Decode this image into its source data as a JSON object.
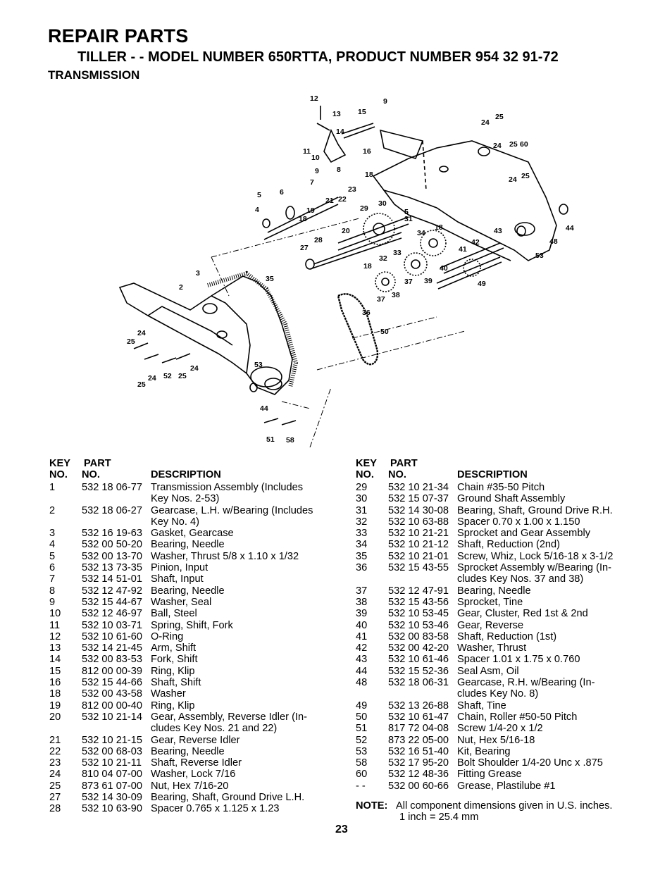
{
  "header": {
    "title": "REPAIR PARTS",
    "subtitle": "TILLER - - MODEL NUMBER 650RTTA, PRODUCT NUMBER 954 32 91-72",
    "section": "TRANSMISSION"
  },
  "table_headers": {
    "key_line1": "KEY",
    "key_line2": "NO.",
    "part_line1": "PART",
    "part_line2": "NO.",
    "description": "DESCRIPTION"
  },
  "left_parts": [
    {
      "key": "1",
      "part": "532 18 06-77",
      "desc": "Transmission Assembly (Includes",
      "desc2": "Key Nos. 2-53)"
    },
    {
      "key": "2",
      "part": "532 18 06-27",
      "desc": "Gearcase, L.H. w/Bearing (Includes",
      "desc2": "Key No. 4)"
    },
    {
      "key": "3",
      "part": "532 16 19-63",
      "desc": "Gasket, Gearcase"
    },
    {
      "key": "4",
      "part": "532 00 50-20",
      "desc": "Bearing, Needle"
    },
    {
      "key": "5",
      "part": "532 00 13-70",
      "desc": "Washer, Thrust  5/8 x 1.10 x 1/32"
    },
    {
      "key": "6",
      "part": "532 13 73-35",
      "desc": "Pinion, Input"
    },
    {
      "key": "7",
      "part": "532 14 51-01",
      "desc": "Shaft, Input"
    },
    {
      "key": "8",
      "part": "532 12 47-92",
      "desc": "Bearing, Needle"
    },
    {
      "key": "9",
      "part": "532 15 44-67",
      "desc": "Washer, Seal"
    },
    {
      "key": "10",
      "part": "532 12 46-97",
      "desc": "Ball, Steel"
    },
    {
      "key": "11",
      "part": "532 10 03-71",
      "desc": "Spring, Shift, Fork"
    },
    {
      "key": "12",
      "part": "532 10 61-60",
      "desc": "O-Ring"
    },
    {
      "key": "13",
      "part": "532 14 21-45",
      "desc": "Arm, Shift"
    },
    {
      "key": "14",
      "part": "532 00 83-53",
      "desc": "Fork, Shift"
    },
    {
      "key": "15",
      "part": "812 00 00-39",
      "desc": "Ring, Klip"
    },
    {
      "key": "16",
      "part": "532 15 44-66",
      "desc": "Shaft, Shift"
    },
    {
      "key": "18",
      "part": "532 00 43-58",
      "desc": "Washer"
    },
    {
      "key": "19",
      "part": "812 00 00-40",
      "desc": "Ring, Klip"
    },
    {
      "key": "20",
      "part": "532 10 21-14",
      "desc": "Gear, Assembly, Reverse Idler (In-",
      "desc2": "cludes Key Nos. 21 and 22)"
    },
    {
      "key": "21",
      "part": "532 10 21-15",
      "desc": "Gear, Reverse Idler"
    },
    {
      "key": "22",
      "part": "532 00 68-03",
      "desc": "Bearing, Needle"
    },
    {
      "key": "23",
      "part": "532 10 21-11",
      "desc": "Shaft, Reverse Idler"
    },
    {
      "key": "24",
      "part": "810 04 07-00",
      "desc": "Washer, Lock  7/16"
    },
    {
      "key": "25",
      "part": "873 61 07-00",
      "desc": "Nut, Hex  7/16-20"
    },
    {
      "key": "27",
      "part": "532 14 30-09",
      "desc": "Bearing, Shaft, Ground Drive L.H."
    },
    {
      "key": "28",
      "part": "532 10 63-90",
      "desc": "Spacer  0.765 x 1.125 x 1.23"
    }
  ],
  "right_parts": [
    {
      "key": "29",
      "part": "532 10 21-34",
      "desc": "Chain  #35-50 Pitch"
    },
    {
      "key": "30",
      "part": "532 15 07-37",
      "desc": "Ground Shaft Assembly"
    },
    {
      "key": "31",
      "part": "532 14 30-08",
      "desc": "Bearing, Shaft, Ground Drive R.H."
    },
    {
      "key": "32",
      "part": "532 10 63-88",
      "desc": "Spacer  0.70 x 1.00 x 1.150"
    },
    {
      "key": "33",
      "part": "532 10 21-21",
      "desc": "Sprocket and Gear Assembly"
    },
    {
      "key": "34",
      "part": "532 10 21-12",
      "desc": "Shaft, Reduction (2nd)"
    },
    {
      "key": "35",
      "part": "532 10 21-01",
      "desc": "Screw, Whiz, Lock  5/16-18 x 3-1/2"
    },
    {
      "key": "36",
      "part": "532 15 43-55",
      "desc": "Sprocket Assembly w/Bearing (In-",
      "desc2": "cludes Key Nos. 37 and 38)"
    },
    {
      "key": "37",
      "part": "532 12 47-91",
      "desc": "Bearing, Needle"
    },
    {
      "key": "38",
      "part": "532 15 43-56",
      "desc": "Sprocket, Tine"
    },
    {
      "key": "39",
      "part": "532 10 53-45",
      "desc": "Gear, Cluster, Red 1st & 2nd"
    },
    {
      "key": "40",
      "part": "532 10 53-46",
      "desc": "Gear, Reverse"
    },
    {
      "key": "41",
      "part": "532 00 83-58",
      "desc": "Shaft, Reduction (1st)"
    },
    {
      "key": "42",
      "part": "532 00 42-20",
      "desc": "Washer, Thrust"
    },
    {
      "key": "43",
      "part": "532 10 61-46",
      "desc": "Spacer  1.01 x 1.75 x 0.760"
    },
    {
      "key": "44",
      "part": "532 15 52-36",
      "desc": "Seal Asm, Oil"
    },
    {
      "key": "48",
      "part": "532 18 06-31",
      "desc": "Gearcase, R.H. w/Bearing   (In-",
      "desc2": "cludes Key No. 8)"
    },
    {
      "key": "49",
      "part": "532 13 26-88",
      "desc": "Shaft, Tine"
    },
    {
      "key": "50",
      "part": "532 10 61-47",
      "desc": "Chain, Roller  #50-50 Pitch"
    },
    {
      "key": "51",
      "part": "817 72 04-08",
      "desc": "Screw  1/4-20 x 1/2"
    },
    {
      "key": "52",
      "part": "873 22 05-00",
      "desc": "Nut, Hex  5/16-18"
    },
    {
      "key": "53",
      "part": "532 16 51-40",
      "desc": "Kit, Bearing"
    },
    {
      "key": "58",
      "part": "532 17 95-20",
      "desc": "Bolt Shoulder 1/4-20 Unc x .875"
    },
    {
      "key": "60",
      "part": "532 12 48-36",
      "desc": "Fitting Grease"
    },
    {
      "key": "- -",
      "part": "532 00 60-66",
      "desc": "Grease, Plastilube #1"
    }
  ],
  "note": {
    "label": "NOTE:",
    "line1": "All component dimensions given in U.S. inches.",
    "line2": "1 inch = 25.4 mm"
  },
  "page_number": "23",
  "diagram_callouts": [
    "12",
    "13",
    "15",
    "9",
    "24",
    "25",
    "14",
    "11",
    "16",
    "24",
    "25",
    "60",
    "10",
    "9",
    "5",
    "8",
    "18",
    "24",
    "25",
    "7",
    "23",
    "6",
    "21",
    "22",
    "29",
    "30",
    "5",
    "4",
    "18",
    "19",
    "31",
    "20",
    "34",
    "18",
    "28",
    "43",
    "42",
    "48",
    "44",
    "27",
    "41",
    "53",
    "33",
    "32",
    "18",
    "40",
    "35",
    "3",
    "39",
    "37",
    "49",
    "2",
    "38",
    "37",
    "36",
    "50",
    "25",
    "24",
    "53",
    "24",
    "52",
    "25",
    "25",
    "24",
    "44",
    "51",
    "58"
  ]
}
